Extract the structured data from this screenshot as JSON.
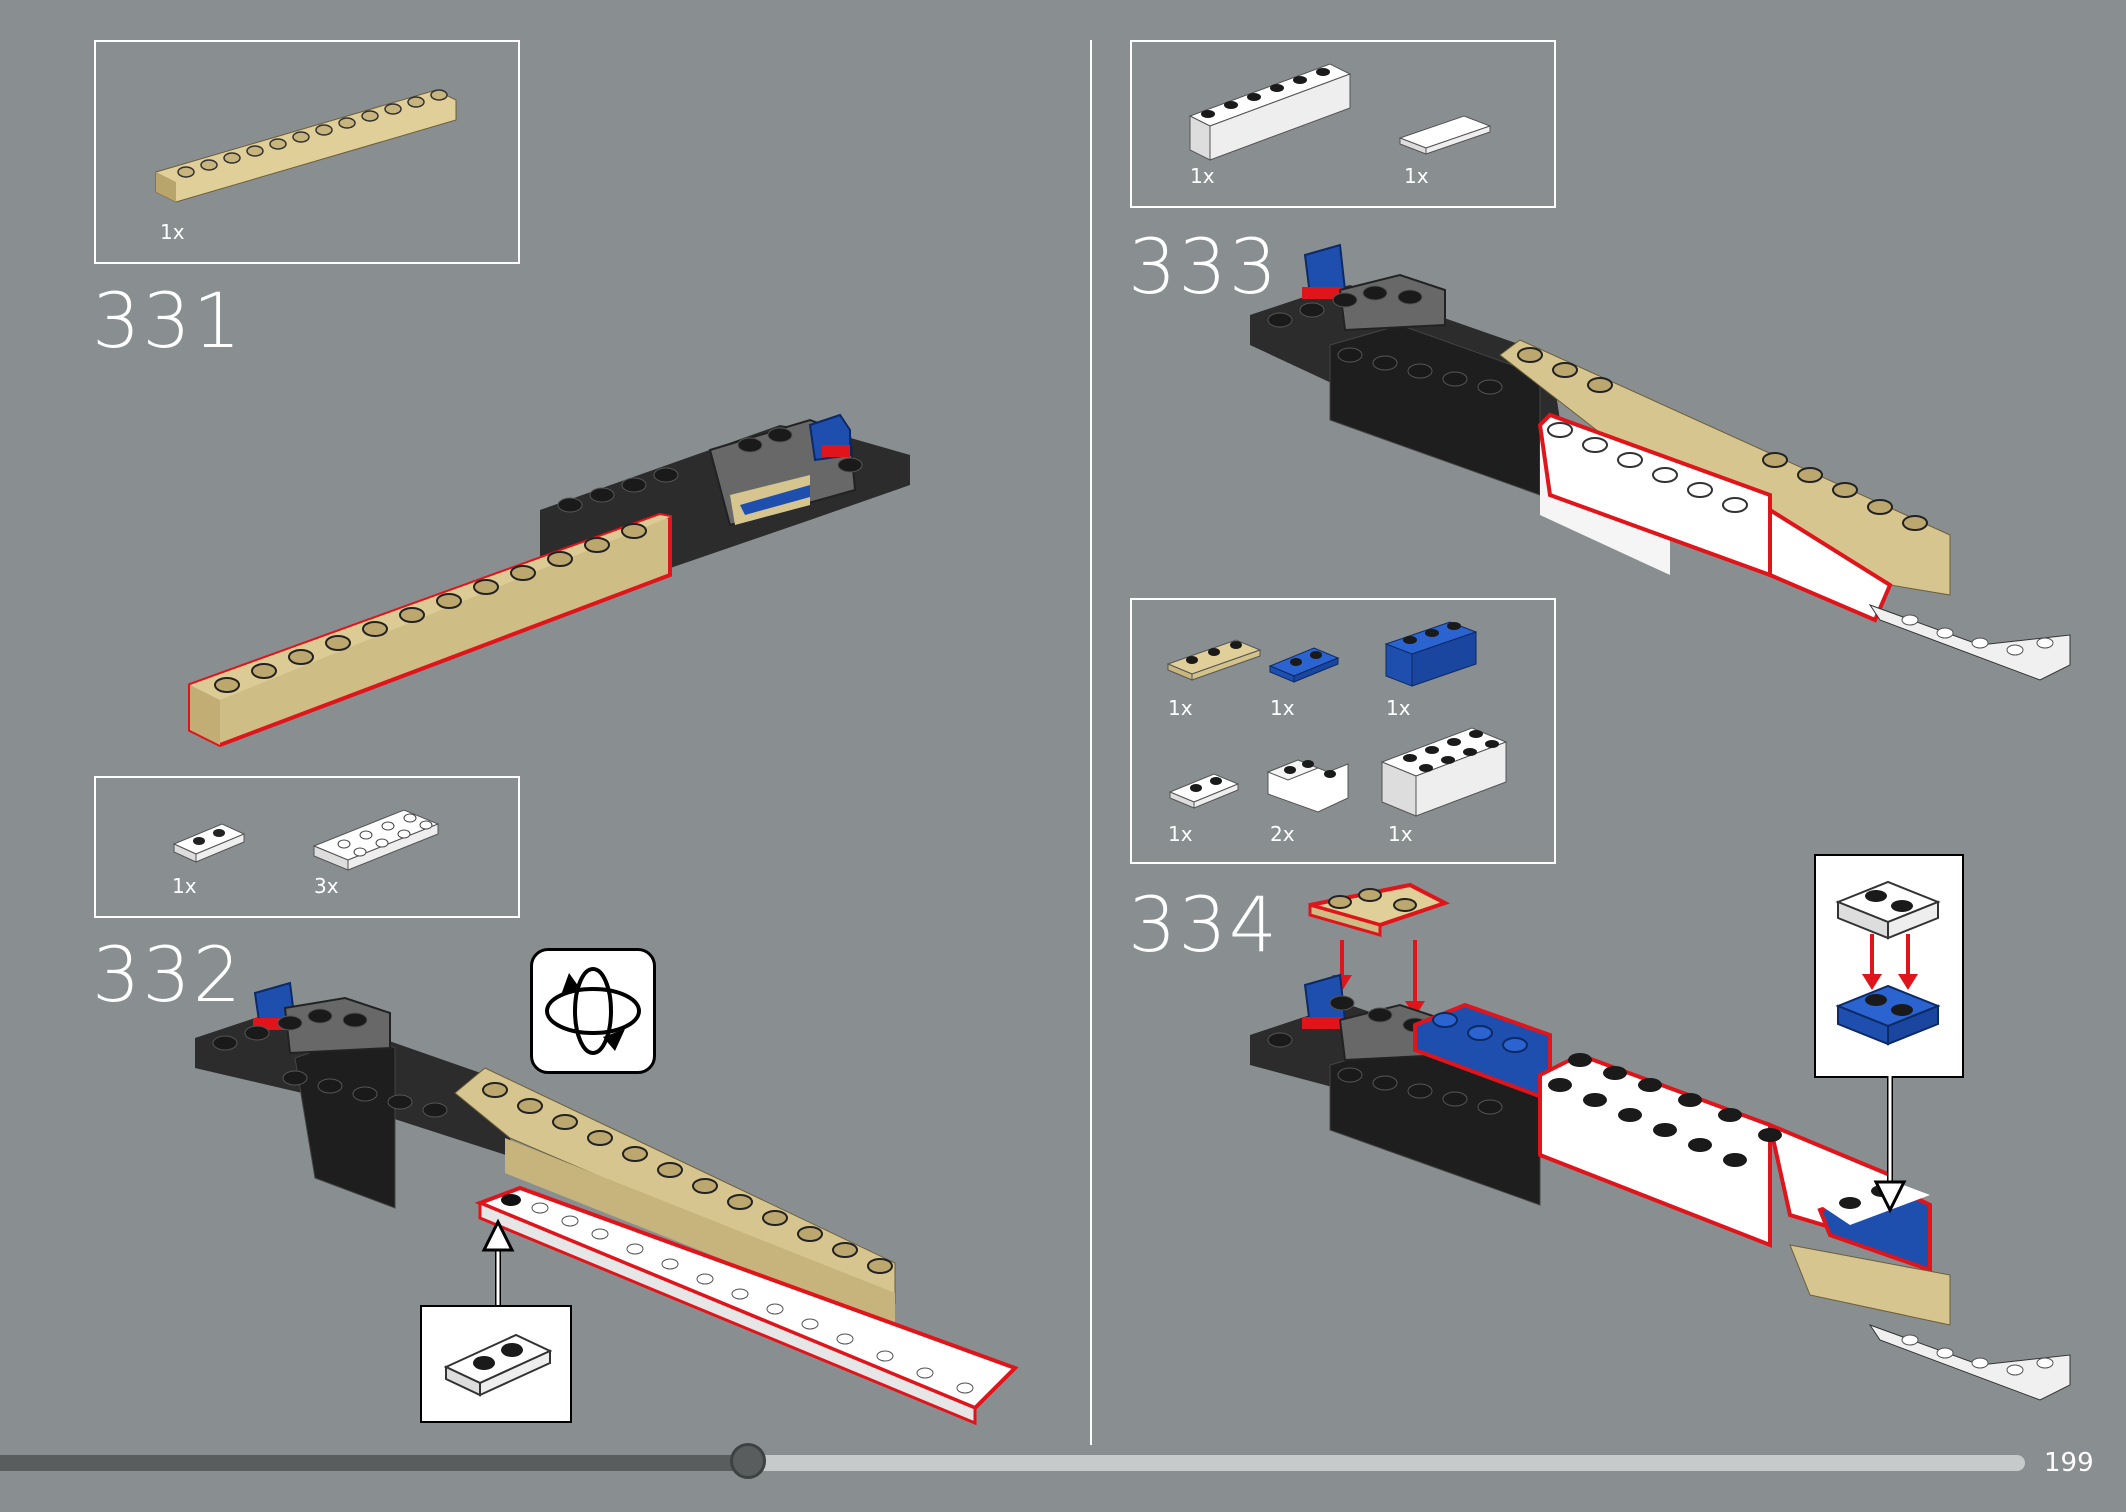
{
  "steps": {
    "s331": {
      "number": "331",
      "parts": [
        {
          "qty": "1x",
          "part": "tan-brick-1x12"
        }
      ]
    },
    "s332": {
      "number": "332",
      "parts": [
        {
          "qty": "1x",
          "part": "white-plate-1x2"
        },
        {
          "qty": "3x",
          "part": "white-plate-2x4"
        }
      ]
    },
    "s333": {
      "number": "333",
      "parts": [
        {
          "qty": "1x",
          "part": "white-brick-1x6"
        },
        {
          "qty": "1x",
          "part": "white-tile-1x4"
        }
      ]
    },
    "s334": {
      "number": "334",
      "parts": [
        {
          "qty": "1x",
          "part": "tan-plate-1x3"
        },
        {
          "qty": "1x",
          "part": "blue-plate-1x2"
        },
        {
          "qty": "1x",
          "part": "blue-brick-1x3"
        },
        {
          "qty": "1x",
          "part": "white-plate-1x2"
        },
        {
          "qty": "2x",
          "part": "white-brick-corner"
        },
        {
          "qty": "1x",
          "part": "white-brick-2x4"
        }
      ]
    }
  },
  "icons": [
    "rotate-model-icon"
  ],
  "colors": {
    "background": "#898f90",
    "highlight": "#e0141b",
    "tan": "#d7c58f",
    "blue": "#1e4fae",
    "black": "#2a2a2a"
  },
  "progress": {
    "fraction": 0.36
  },
  "page_number": "199"
}
